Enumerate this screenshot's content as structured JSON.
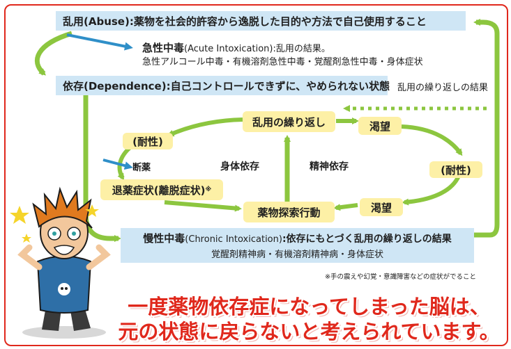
{
  "abuse": {
    "label": "乱用(Abuse):薬物を社会的許容から逸脱した目的や方法で自己使用すること"
  },
  "acute": {
    "title": "急性中毒",
    "english": "(Acute Intoxication)",
    "definition": ":乱用の結果。",
    "examples": "急性アルコール中毒・有機溶剤急性中毒・覚醒剤急性中毒・身体症状"
  },
  "dependence": {
    "label": "依存(Dependence):自己コントロールできずに、やめられない状態",
    "note": "乱用の繰り返しの結果"
  },
  "cycle": {
    "repeat": "乱用の繰り返し",
    "craving_top": "渇望",
    "tolerance_right": "(耐性)",
    "craving_bottom": "渇望",
    "seeking": "薬物探索行動",
    "withdrawal": "退薬症状(離脱症状)",
    "withdrawal_mark": "※",
    "tolerance_left": "(耐性)",
    "cessation": "断薬",
    "physical": "身体依存",
    "mental": "精神依存"
  },
  "chronic": {
    "title": "慢性中毒",
    "english": "(Chronic Intoxication)",
    "definition": ":依存にもとづく乱用の繰り返しの結果",
    "examples": "覚醒剤精神病・有機溶剤精神病・身体症状"
  },
  "footnote": "※手の震えや幻覚・意識障害などの症状がでること",
  "headline": {
    "line1": "一度薬物依存症になってしまった脳は、",
    "line2": "元の状態に戻らないと考えられています。"
  },
  "colors": {
    "border": "#e0281c",
    "box_blue": "#cfe6f5",
    "pill_yellow": "#fdf0a6",
    "arrow_green": "#8cc63f",
    "arrow_blue": "#2f8fc8",
    "headline_red": "#e0281c"
  }
}
